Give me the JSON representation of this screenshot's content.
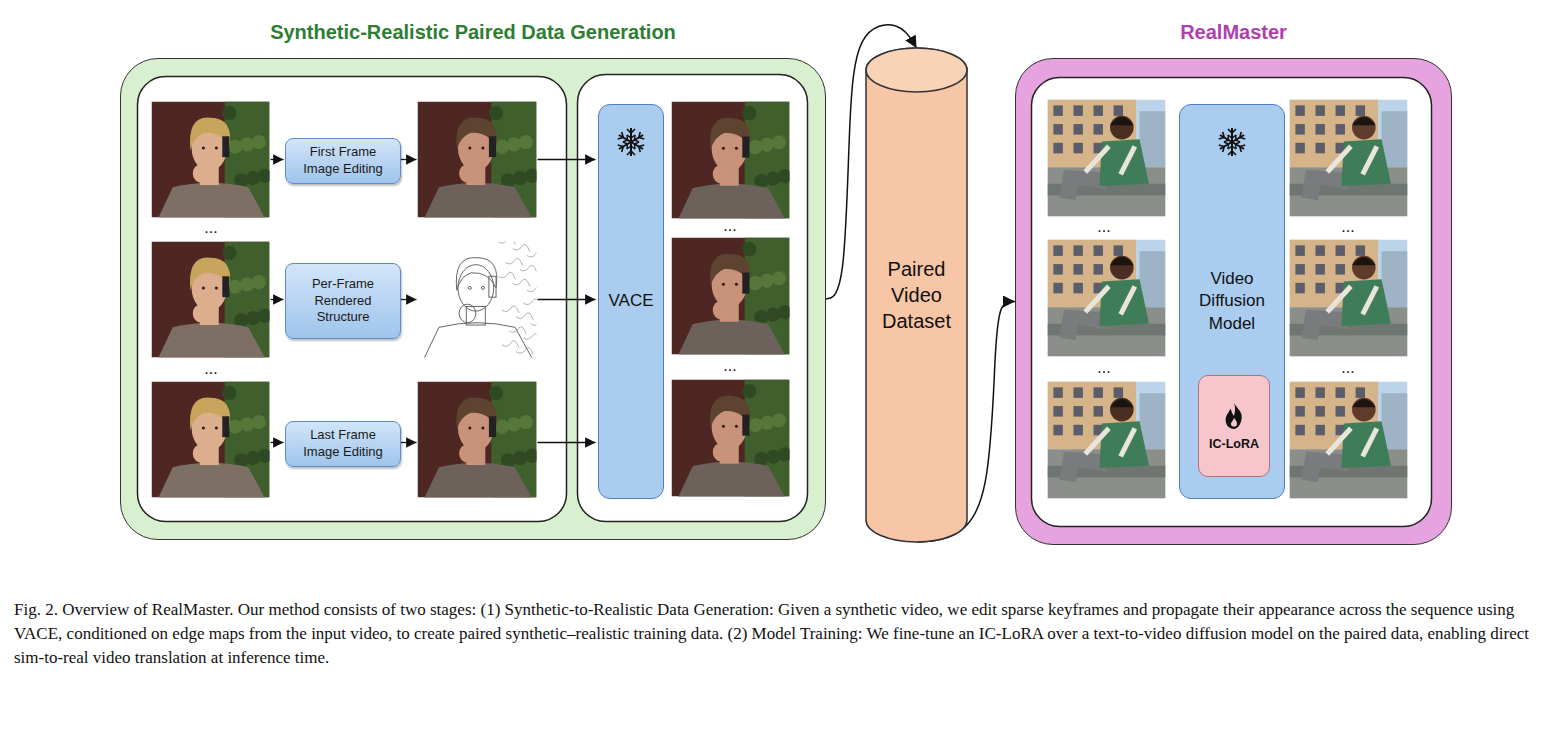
{
  "diagram": {
    "caption": "Fig. 2. Overview of RealMaster. Our method consists of two stages: (1) Synthetic-to-Realistic Data Generation: Given a synthetic video, we edit sparse keyframes and propagate their appearance across the sequence using VACE, conditioned on edge maps from the input video, to create paired synthetic–realistic training data. (2) Model Training: We fine-tune an IC-LoRA over a text-to-video diffusion model on the paired data, enabling direct sim-to-real video translation at inference time.",
    "nodes": [
      {
        "text": [
          "Synthetic-Realistic Paired Data Generation"
        ]
      },
      {
        "text": [
          "First Frame Image Editing"
        ],
        "in": 0
      },
      {
        "text": [
          "Per-Frame Rendered Structure"
        ],
        "in": 0
      },
      {
        "text": [
          "Last Frame Image Editing"
        ],
        "in": 0
      },
      {
        "text": [
          "VACE"
        ],
        "in": 0
      },
      {
        "text": [
          "Paired Video Dataset"
        ]
      },
      {
        "text": [
          "RealMaster"
        ]
      },
      {
        "text": [
          "Video Diffusion Model"
        ],
        "in": 6
      },
      {
        "text": [
          "IC-LoRA"
        ],
        "in": 7
      }
    ],
    "edges": [
      {
        "from": 0,
        "to": 5,
        "arrow": "to"
      },
      {
        "from": 5,
        "to": 6,
        "arrow": "to"
      }
    ],
    "labels": [
      "...",
      "...",
      "...",
      "...",
      "...",
      "...",
      "...",
      "..."
    ]
  }
}
